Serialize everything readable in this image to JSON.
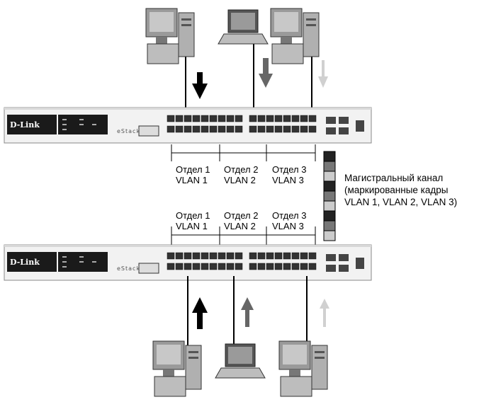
{
  "departments_top": [
    {
      "dept": "Отдел 1",
      "vlan": "VLAN 1"
    },
    {
      "dept": "Отдел 2",
      "vlan": "VLAN 2"
    },
    {
      "dept": "Отдел 3",
      "vlan": "VLAN 3"
    }
  ],
  "departments_bottom": [
    {
      "dept": "Отдел 1",
      "vlan": "VLAN 1"
    },
    {
      "dept": "Отдел 2",
      "vlan": "VLAN 2"
    },
    {
      "dept": "Отдел 3",
      "vlan": "VLAN 3"
    }
  ],
  "trunk": {
    "line1": "Магистральный канал",
    "line2": "(маркированные кадры",
    "line3": "VLAN 1, VLAN 2, VLAN 3)"
  },
  "switch": {
    "brand": "D-Link",
    "stack_label": "eStack"
  },
  "colors": {
    "vlan1": "#222222",
    "vlan2": "#777777",
    "vlan3": "#cccccc",
    "switch_body": "#f2f2f2",
    "port": "#333333"
  }
}
